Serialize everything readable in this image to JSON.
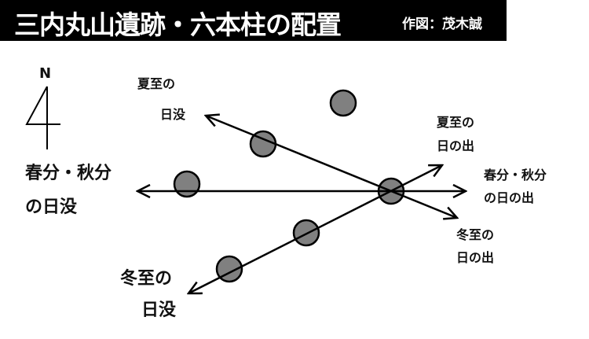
{
  "header": {
    "title": "三内丸山遺跡・六本柱の配置",
    "credit": "作図：茂木誠"
  },
  "compass": {
    "label": "N"
  },
  "labels": {
    "summer_sunset": [
      "夏至の",
      "日没"
    ],
    "summer_sunrise": [
      "夏至の",
      "日の出"
    ],
    "equinox_sunset": [
      "春分・秋分",
      "の日没"
    ],
    "equinox_sunrise": [
      "春分・秋分",
      "の日の出"
    ],
    "winter_sunset": [
      "冬至の",
      "日没"
    ],
    "winter_sunrise": [
      "冬至の",
      "日の出"
    ]
  },
  "colors": {
    "pillar": "#808080",
    "line": "#000000",
    "titlebar": "#000000"
  }
}
